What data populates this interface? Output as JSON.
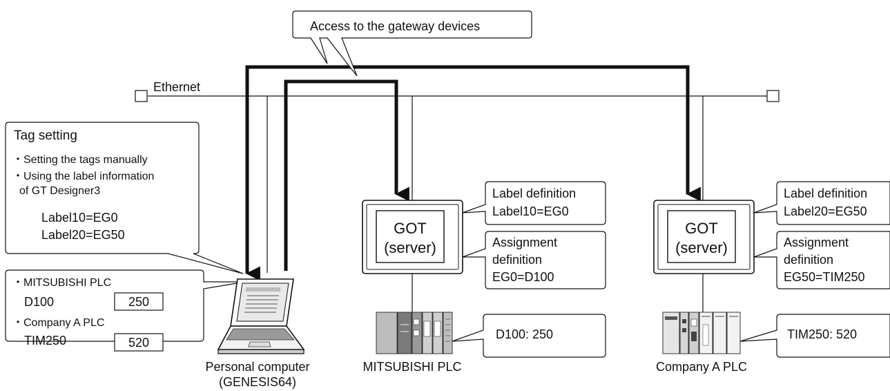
{
  "callout": {
    "access": "Access to the gateway devices"
  },
  "network": {
    "label": "Ethernet"
  },
  "tag_setting": {
    "title": "Tag setting",
    "items": [
      "・Setting the tags manually",
      "・Using the label information",
      "of GT Designer3"
    ],
    "labels": [
      "Label10=EG0",
      "Label20=EG50"
    ]
  },
  "pc_values": {
    "mitsubishi_header": "・MITSUBISHI PLC",
    "mitsubishi_device": "D100",
    "mitsubishi_value": "250",
    "company_header": "・Company A PLC",
    "company_device": "TIM250",
    "company_value": "520"
  },
  "pc": {
    "caption_1": "Personal computer",
    "caption_2": "(GENESIS64)"
  },
  "got_1": {
    "title_1": "GOT",
    "title_2": "(server)",
    "label_def_1": "Label definition",
    "label_def_2": "Label10=EG0",
    "assign_1": "Assignment",
    "assign_2": "definition",
    "assign_3": "EG0=D100",
    "plc_value": "D100: 250",
    "plc_caption": "MITSUBISHI PLC"
  },
  "got_2": {
    "title_1": "GOT",
    "title_2": "(server)",
    "label_def_1": "Label definition",
    "label_def_2": "Label20=EG50",
    "assign_1": "Assignment",
    "assign_2": "definition",
    "assign_3": "EG50=TIM250",
    "plc_value": "TIM250: 520",
    "plc_caption": "Company A PLC"
  },
  "colors": {
    "line": "#111111",
    "plc_body": "#cfcfcf",
    "plc_dark": "#7a7a7a"
  }
}
